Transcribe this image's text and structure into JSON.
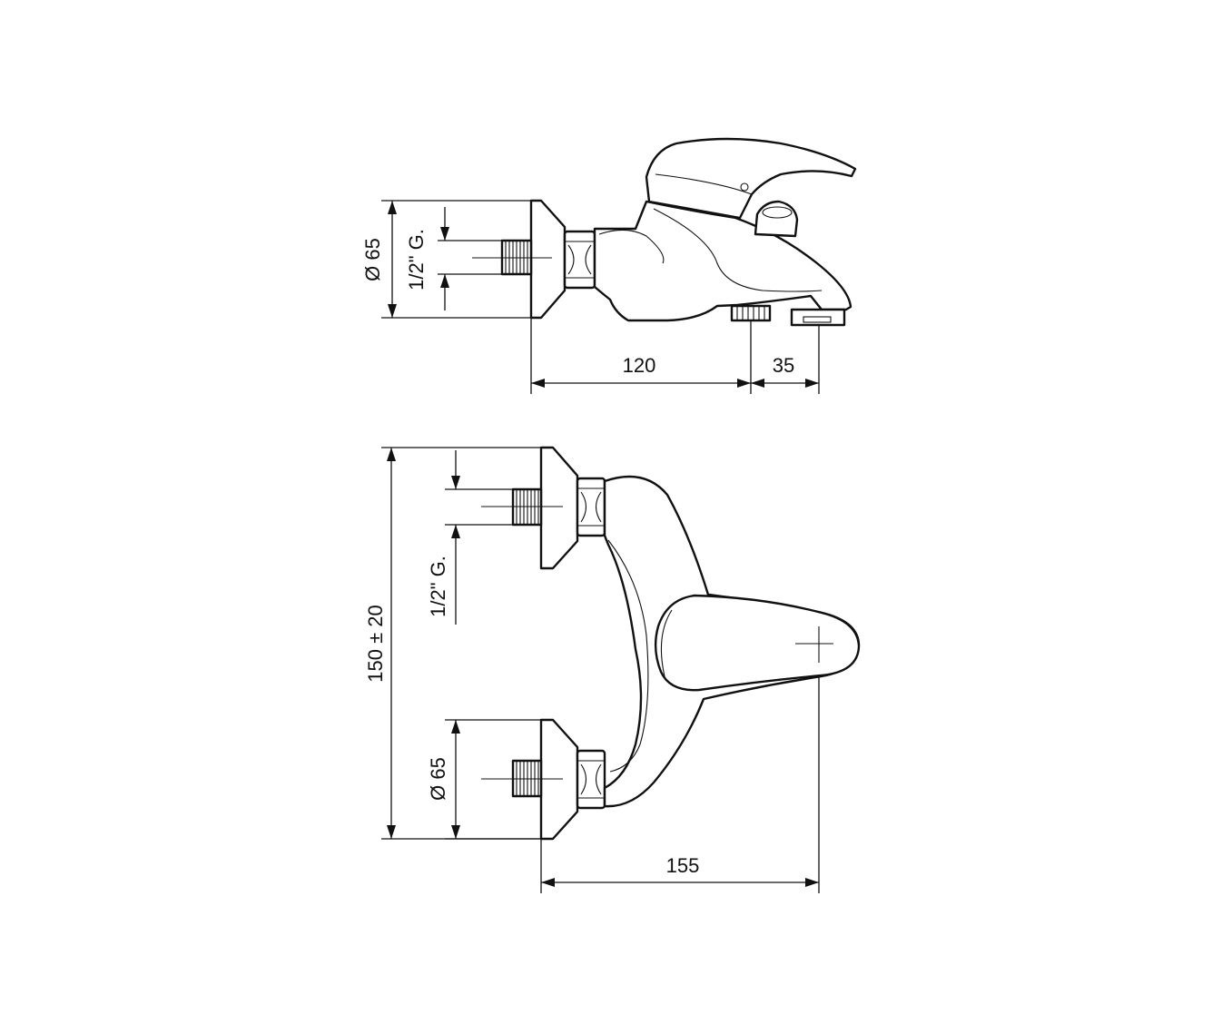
{
  "side_view": {
    "diameter_label": "Ø 65",
    "thread_label": "1/2\" G.",
    "dim_width": "120",
    "dim_outlet": "35"
  },
  "top_view": {
    "dim_height": "150 ± 20",
    "thread_label": "1/2\" G.",
    "diameter_label": "Ø 65",
    "dim_width": "155"
  }
}
